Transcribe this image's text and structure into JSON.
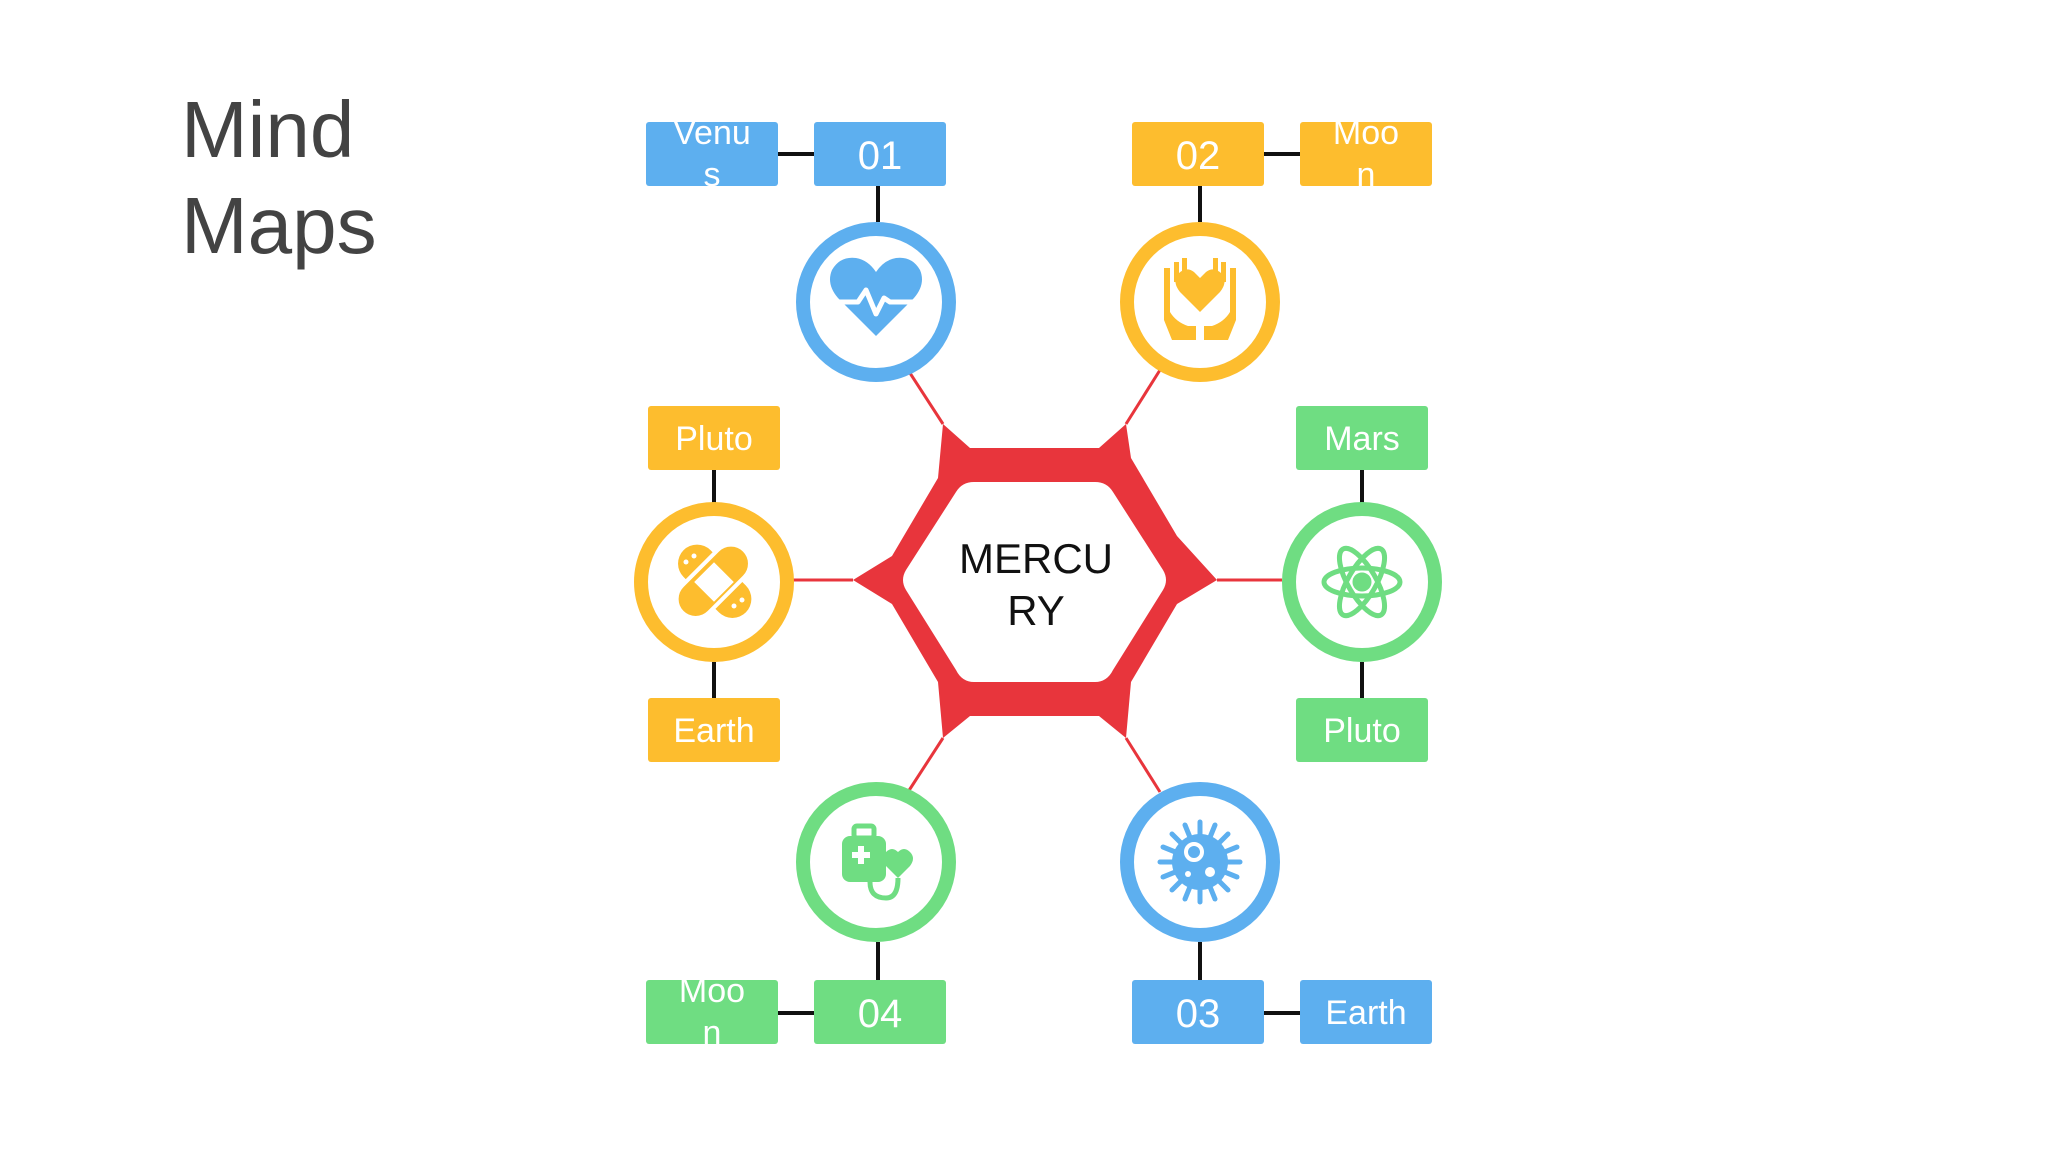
{
  "title": {
    "line1": "Mind",
    "line2": "Maps"
  },
  "center": {
    "line1": "MERCU",
    "line2": "RY"
  },
  "colors": {
    "blue": "#5dafef",
    "yellow": "#fdbd2e",
    "green": "#6fdd82",
    "red": "#e8353c",
    "connector": "#111111",
    "title": "#434343"
  },
  "nodes": [
    {
      "icon": "heart-pulse-icon",
      "color": "blue",
      "number": "01",
      "labels": [
        {
          "line1": "Venu",
          "line2": "s"
        }
      ]
    },
    {
      "icon": "hands-heart-icon",
      "color": "yellow",
      "number": "02",
      "labels": [
        {
          "line1": "Moo",
          "line2": "n"
        }
      ]
    },
    {
      "icon": "bandage-icon",
      "color": "yellow",
      "labels": [
        {
          "line1": "Pluto"
        },
        {
          "line1": "Earth"
        }
      ]
    },
    {
      "icon": "atom-icon",
      "color": "green",
      "labels": [
        {
          "line1": "Mars"
        },
        {
          "line1": "Pluto"
        }
      ]
    },
    {
      "icon": "medical-kit-icon",
      "color": "green",
      "number": "04",
      "labels": [
        {
          "line1": "Moo",
          "line2": "n"
        }
      ]
    },
    {
      "icon": "virus-icon",
      "color": "blue",
      "number": "03",
      "labels": [
        {
          "line1": "Earth"
        }
      ]
    }
  ]
}
